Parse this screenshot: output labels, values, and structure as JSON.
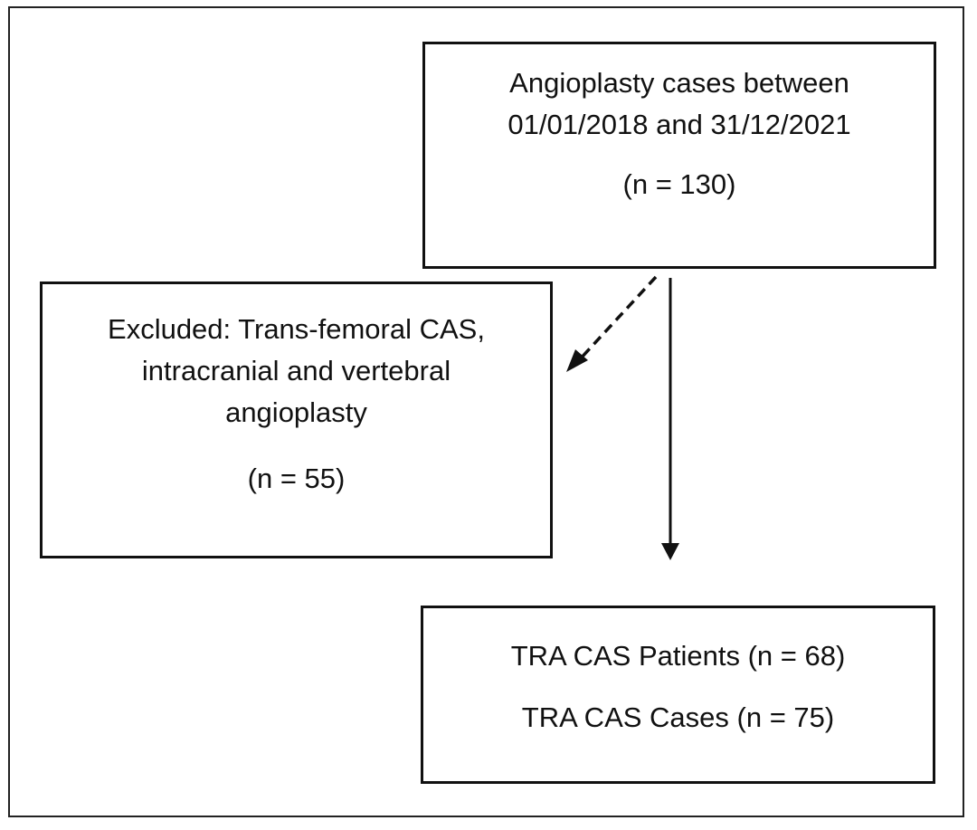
{
  "boxes": {
    "top": {
      "line1": "Angioplasty cases between",
      "line2": "01/01/2018 and 31/12/2021",
      "count": "(n = 130)"
    },
    "excluded": {
      "line1": "Excluded: Trans-femoral CAS,",
      "line2": "intracranial and vertebral",
      "line3": "angioplasty",
      "count": "(n = 55)"
    },
    "result": {
      "patients": "TRA CAS Patients  (n = 68)",
      "cases": "TRA CAS Cases (n = 75)"
    }
  },
  "colors": {
    "line": "#111111",
    "background": "#ffffff"
  }
}
